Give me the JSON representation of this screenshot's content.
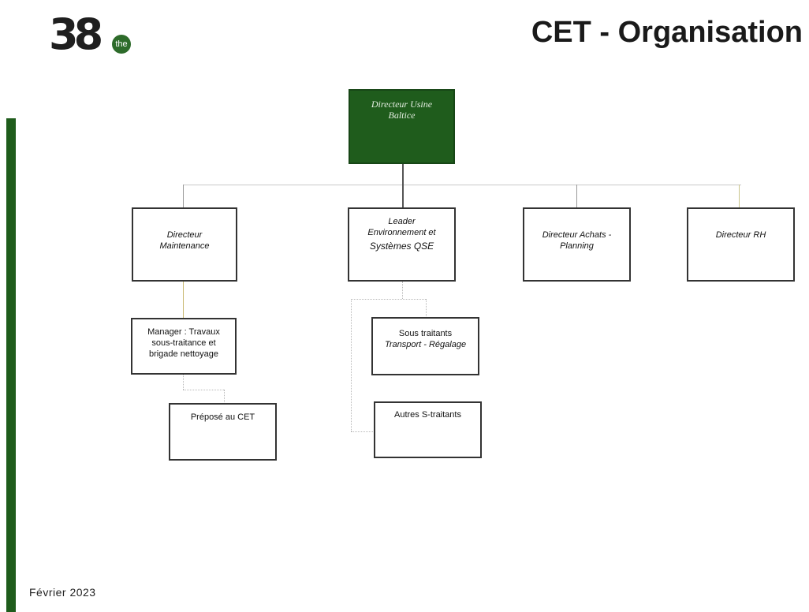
{
  "header": {
    "logo_text": "38",
    "logo_badge": "the",
    "title": "CET - Organisation"
  },
  "org_chart": {
    "root": {
      "label_line1": "Directeur Usine",
      "label_line2": "Baltice"
    },
    "level1": [
      {
        "id": "maintenance",
        "label_line1": "Directeur",
        "label_line2": "Maintenance"
      },
      {
        "id": "qse",
        "label_line1": "Leader",
        "label_line2": "Environnement et",
        "label_line3": "Systèmes QSE"
      },
      {
        "id": "achats",
        "label_line1": "Directeur Achats -",
        "label_line2": "Planning"
      },
      {
        "id": "rh",
        "label_line1": "Directeur RH"
      }
    ],
    "maintenance_children": [
      {
        "id": "manager",
        "label_line1": "Manager : Travaux",
        "label_line2": "sous-traitance et",
        "label_line3": "brigade nettoyage"
      },
      {
        "id": "prepose",
        "label_line1": "Préposé au CET"
      }
    ],
    "qse_children": [
      {
        "id": "sous-traitants",
        "label_line1": "Sous traitants",
        "label_line2": "Transport - Régalage"
      },
      {
        "id": "autres",
        "label_line1": "Autres S-traitants"
      }
    ]
  },
  "footer": {
    "date": "Février 2023"
  },
  "colors": {
    "root_fill": "#1f5c1c",
    "side_bar": "#1f5c1c",
    "connector": "#999999"
  }
}
